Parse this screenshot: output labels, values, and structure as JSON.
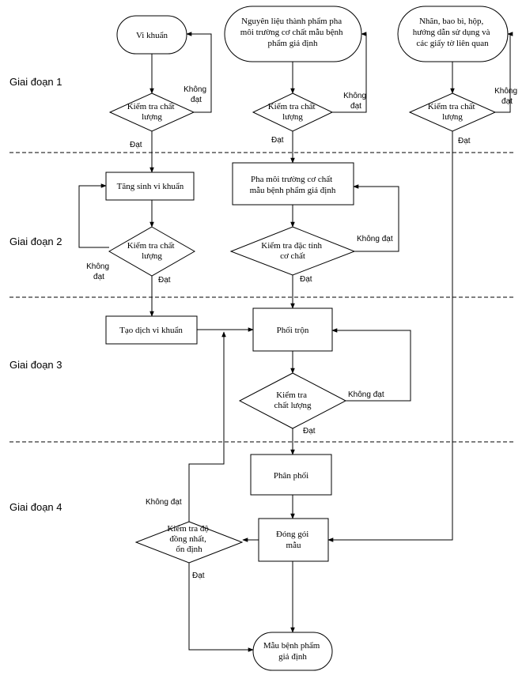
{
  "stages": [
    "Giai đoạn 1",
    "Giai đoạn 2",
    "Giai đoạn 3",
    "Giai đoạn 4"
  ],
  "nodes": {
    "vi_khuan": [
      "Vi khuẩn"
    ],
    "nguyen_lieu": [
      "Nguyên liệu thành phẩm pha",
      "môi trường cơ chất mẫu bệnh",
      "phẩm giả định"
    ],
    "nhan_bao_bi": [
      "Nhãn, bao bì, hộp,",
      "hướng dẫn sử dụng và",
      "các giấy tờ liên quan"
    ],
    "kt1_left": [
      "Kiểm tra chất",
      "lượng"
    ],
    "kt1_mid": [
      "Kiểm tra chất",
      "lượng"
    ],
    "kt1_right": [
      "Kiểm tra chất",
      "lượng"
    ],
    "tang_sinh": [
      "Tăng sinh vi khuẩn"
    ],
    "pha_moi_truong": [
      "Pha môi trường cơ chất",
      "mẫu bệnh phẩm giả định"
    ],
    "kt2_left": [
      "Kiểm tra chất",
      "lượng"
    ],
    "kt_dac_tinh": [
      "Kiểm tra đặc tính",
      "cơ chất"
    ],
    "tao_dich": [
      "Tạo dịch vi khuẩn"
    ],
    "phoi_tron": [
      "Phối trộn"
    ],
    "kt3": [
      "Kiểm tra",
      "chất lượng"
    ],
    "phan_phoi": [
      "Phân phối"
    ],
    "dong_goi": [
      "Đóng gói",
      "mẫu"
    ],
    "kt_dong_nhat": [
      "Kiểm tra độ",
      "đồng nhất,",
      "ổn định"
    ],
    "mau_benh_pham": [
      "Mẫu bệnh phẩm",
      "giả định"
    ]
  },
  "edge_labels": {
    "pass": "Đạt",
    "fail": "Không đạt",
    "fail_l1": "Không",
    "fail_l2": "đạt"
  }
}
